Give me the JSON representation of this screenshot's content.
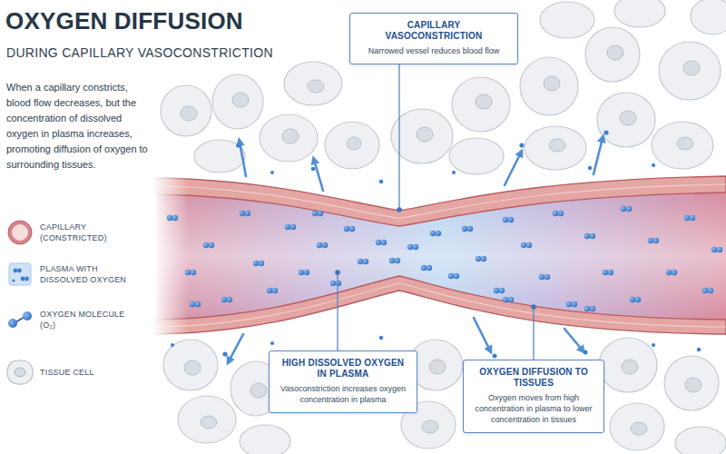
{
  "diagram": {
    "title": "OXYGEN DIFFUSION",
    "nodes": [
      {
        "text": [
          "CAPILLARY VASOCONSTRICTION",
          "Narrowed vessel reduces blood flow"
        ]
      },
      {
        "text": [
          "HIGH DISSOLVED OXYGEN IN PLASMA",
          "Vasoconstriction increases oxygen concentration in plasma"
        ]
      },
      {
        "text": [
          "OXYGEN DIFFUSION TO TISSUES",
          "Oxygen moves from high concentration in plasma to lower concentration in tissues"
        ]
      }
    ],
    "labels": [
      "DURING CAPILLARY VASOCONSTRICTION",
      "When a capillary constricts, blood flow decreases, but the concentration of dissolved oxygen in plasma increases, promoting diffusion of oxygen to surrounding tissues."
    ],
    "legend": [
      {
        "text": "CAPILLARY (CONSTRICTED)"
      },
      {
        "text": "PLASMA WITH DISSOLVED OXYGEN"
      },
      {
        "text": "OXYGEN MOLECULE (O₂)"
      },
      {
        "text": "TISSUE CELL"
      }
    ]
  }
}
